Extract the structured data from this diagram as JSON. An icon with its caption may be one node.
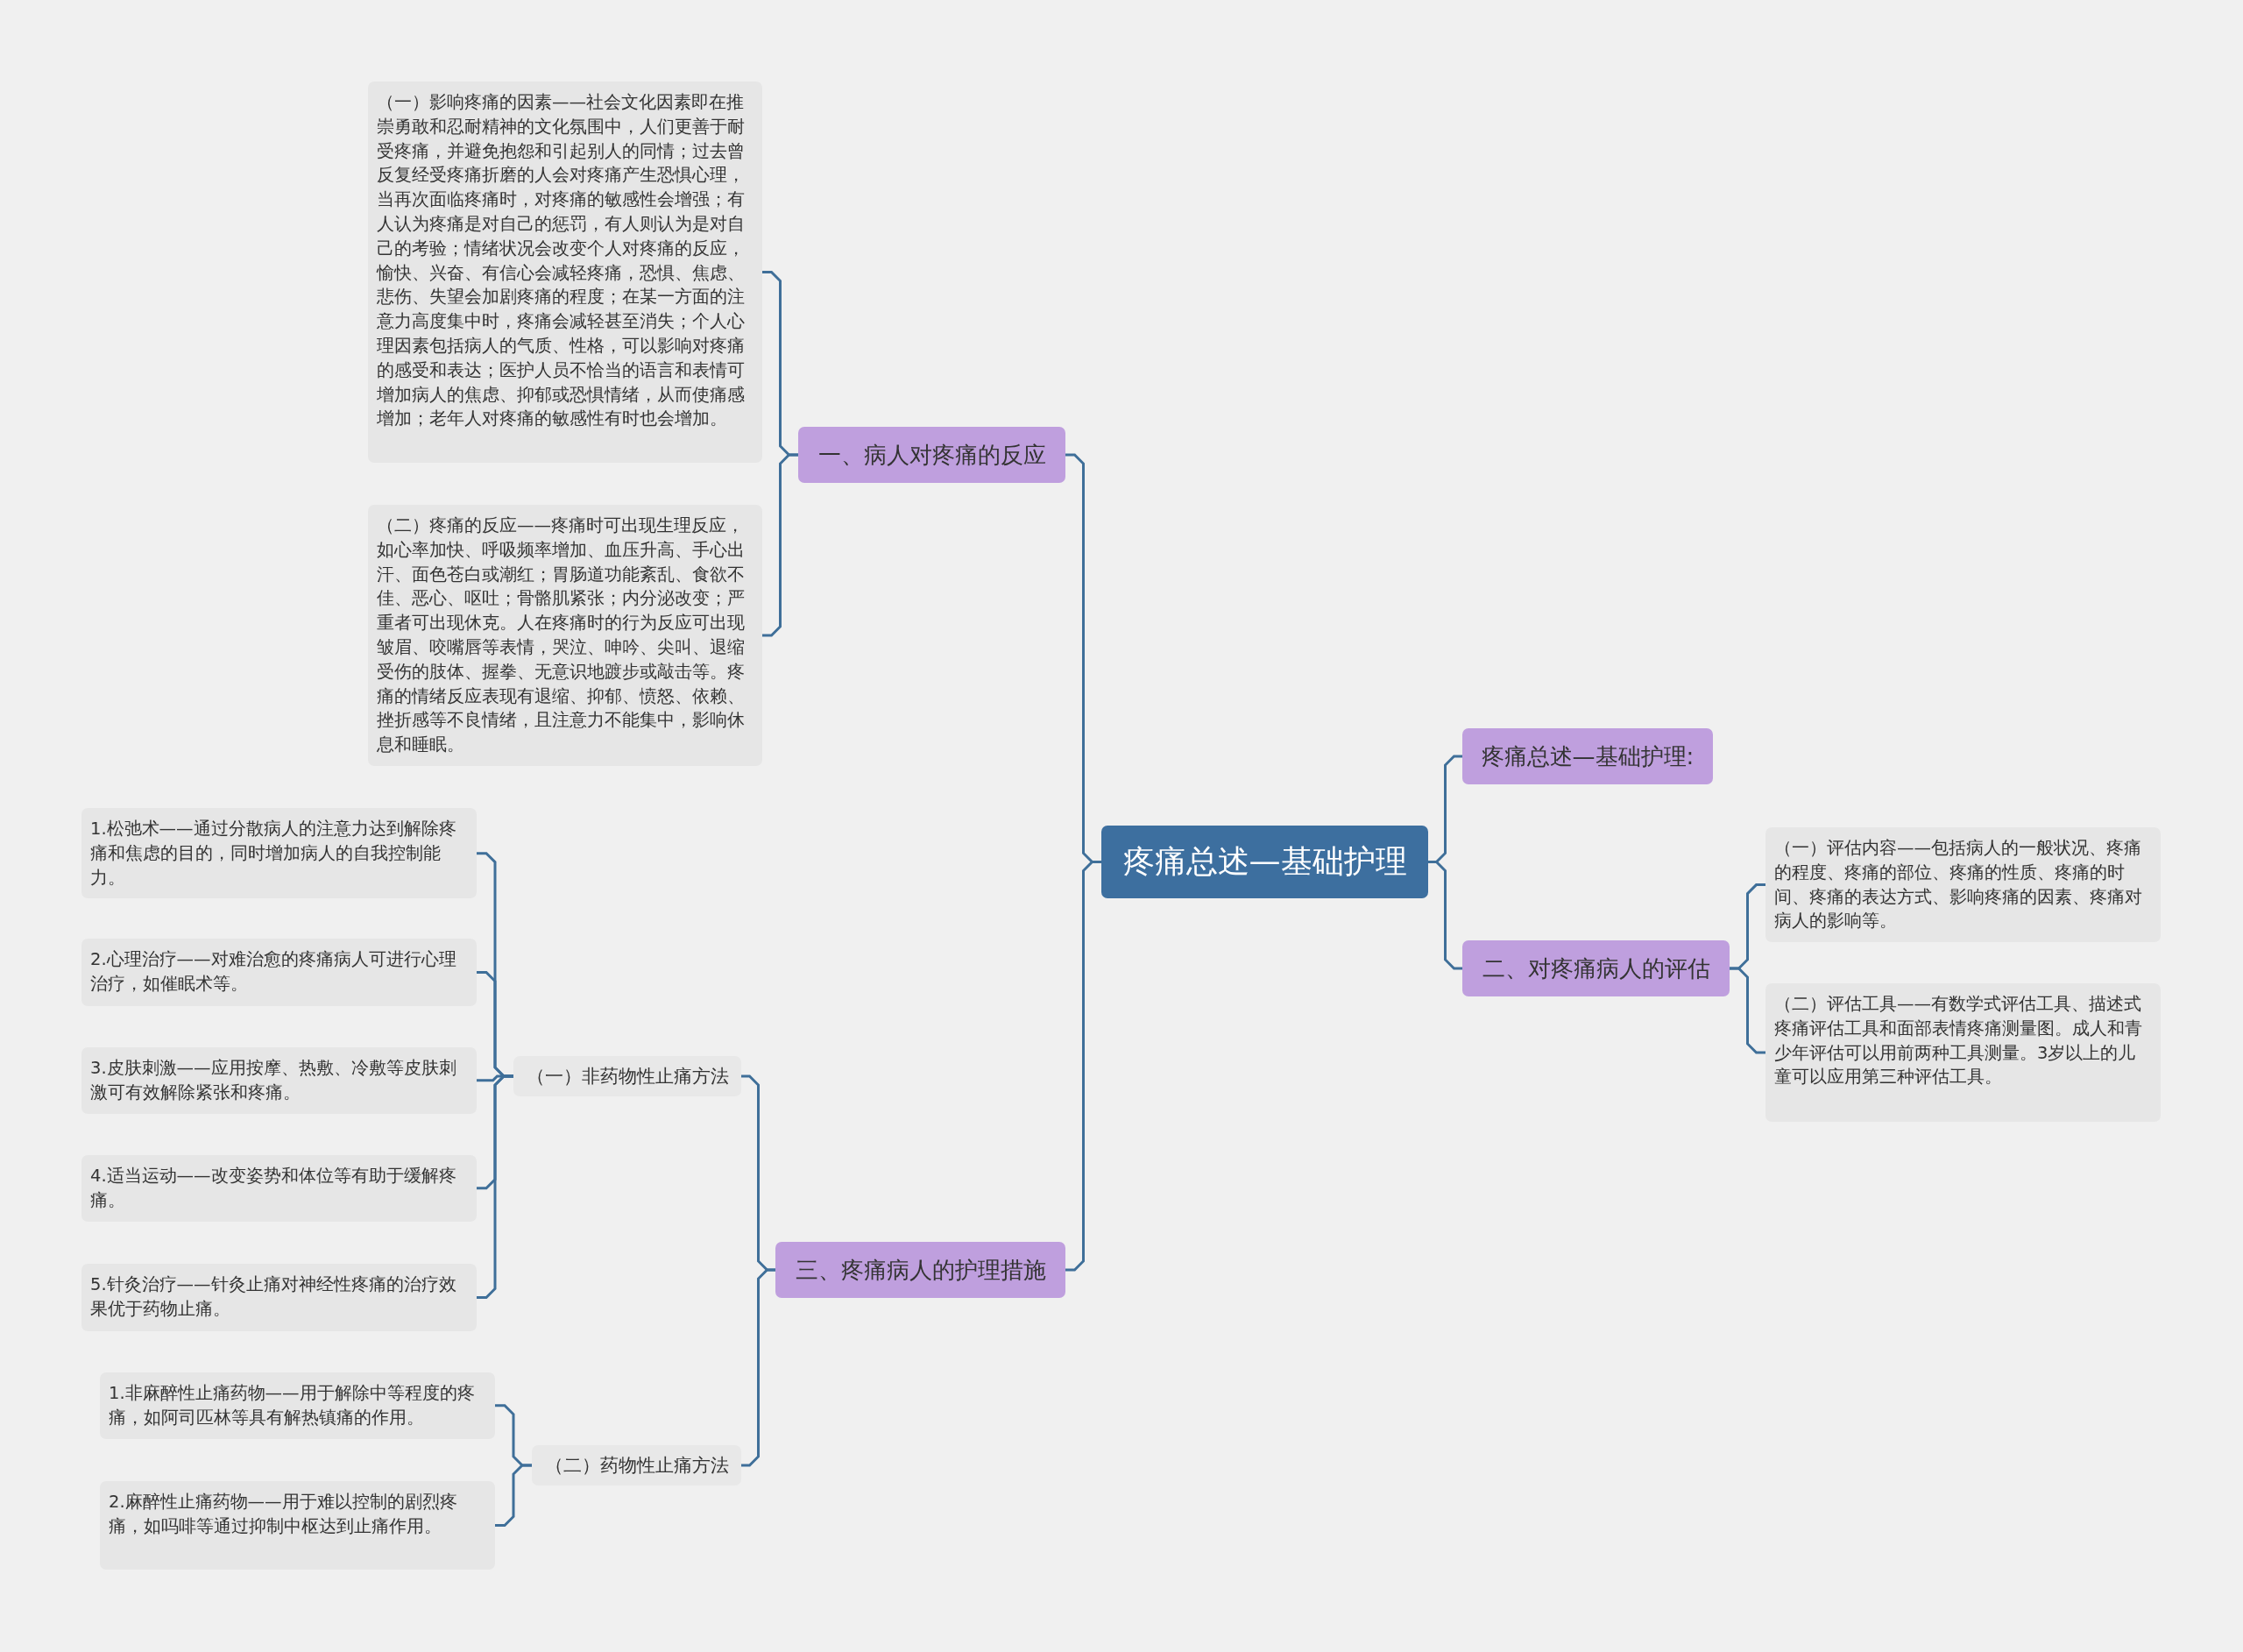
{
  "diagram": {
    "nodes": [
      {
        "text": [
          "疼痛总述—基础护理"
        ]
      },
      {
        "text": [
          "一、病人对疼痛的反应"
        ]
      },
      {
        "text": [
          "（一）影响疼痛的因素——社会文化因素即在推崇勇敢和忍耐精神的文化氛围中，人们更善于耐受疼痛，并避免抱怨和引起别人的同情；过去曾反复经受疼痛折磨的人会对疼痛产生恐惧心理，当再次面临疼痛时，对疼痛的敏感性会增强；有人认为疼痛是对自己的惩罚，有人则认为是对自己的考验；情绪状况会改变个人对疼痛的反应，愉快、兴奋、有信心会减轻疼痛，恐惧、焦虑、悲伤、失望会加剧疼痛的程度；在某一方面的注意力高度集中时，疼痛会减轻甚至消失；个人心理因素包括病人的气质、性格，可以影响对疼痛的感受和表达；医护人员不恰当的语言和表情可增加病人的焦虑、抑郁或恐惧情绪，从而使痛感增加；老年人对疼痛的敏感性有时也会增加。"
        ]
      },
      {
        "text": [
          "（二）疼痛的反应——疼痛时可出现生理反应，如心率加快、呼吸频率增加、血压升高、手心出汗、面色苍白或潮红；胃肠道功能紊乱、食欲不佳、恶心、呕吐；骨骼肌紧张；内分泌改变；严重者可出现休克。人在疼痛时的行为反应可出现皱眉、咬嘴唇等表情，哭泣、呻吟、尖叫、退缩受伤的肢体、握拳、无意识地踱步或敲击等。疼痛的情绪反应表现有退缩、抑郁、愤怒、依赖、挫折感等不良情绪，且注意力不能集中，影响休息和睡眠。"
        ]
      },
      {
        "text": [
          "三、疼痛病人的护理措施"
        ]
      },
      {
        "text": [
          "（一）非药物性止痛方法"
        ]
      },
      {
        "text": [
          "1.松弛术——通过分散病人的注意力达到解除疼痛和焦虑的目的，同时增加病人的自我控制能力。"
        ]
      },
      {
        "text": [
          "2.心理治疗——对难治愈的疼痛病人可进行心理治疗，如催眠术等。"
        ]
      },
      {
        "text": [
          "3.皮肤刺激——应用按摩、热敷、冷敷等皮肤刺激可有效解除紧张和疼痛。"
        ]
      },
      {
        "text": [
          "4.适当运动——改变姿势和体位等有助于缓解疼痛。"
        ]
      },
      {
        "text": [
          "5.针灸治疗——针灸止痛对神经性疼痛的治疗效果优于药物止痛。"
        ]
      },
      {
        "text": [
          "（二）药物性止痛方法"
        ]
      },
      {
        "text": [
          "1.非麻醉性止痛药物——用于解除中等程度的疼痛，如阿司匹林等具有解热镇痛的作用。"
        ]
      },
      {
        "text": [
          "2.麻醉性止痛药物——用于难以控制的剧烈疼痛，如吗啡等通过抑制中枢达到止痛作用。"
        ]
      },
      {
        "text": [
          "疼痛总述—基础护理:"
        ]
      },
      {
        "text": [
          "二、对疼痛病人的评估"
        ]
      },
      {
        "text": [
          "（一）评估内容——包括病人的一般状况、疼痛的程度、疼痛的部位、疼痛的性质、疼痛的时间、疼痛的表达方式、影响疼痛的因素、疼痛对病人的影响等。"
        ]
      },
      {
        "text": [
          "（二）评估工具——有数学式评估工具、描述式疼痛评估工具和面部表情疼痛测量图。成人和青少年评估可以用前两种工具测量。3岁以上的儿童可以应用第三种评估工具。"
        ]
      }
    ],
    "edges": [
      {
        "from": 0,
        "to": 1,
        "arrow": "none"
      },
      {
        "from": 1,
        "to": 2,
        "arrow": "none"
      },
      {
        "from": 1,
        "to": 3,
        "arrow": "none"
      },
      {
        "from": 0,
        "to": 4,
        "arrow": "none"
      },
      {
        "from": 4,
        "to": 5,
        "arrow": "none"
      },
      {
        "from": 5,
        "to": 6,
        "arrow": "none"
      },
      {
        "from": 5,
        "to": 7,
        "arrow": "none"
      },
      {
        "from": 5,
        "to": 8,
        "arrow": "none"
      },
      {
        "from": 5,
        "to": 9,
        "arrow": "none"
      },
      {
        "from": 5,
        "to": 10,
        "arrow": "none"
      },
      {
        "from": 4,
        "to": 11,
        "arrow": "none"
      },
      {
        "from": 11,
        "to": 12,
        "arrow": "none"
      },
      {
        "from": 11,
        "to": 13,
        "arrow": "none"
      },
      {
        "from": 0,
        "to": 14,
        "arrow": "none"
      },
      {
        "from": 0,
        "to": 15,
        "arrow": "none"
      },
      {
        "from": 15,
        "to": 16,
        "arrow": "none"
      },
      {
        "from": 15,
        "to": 17,
        "arrow": "none"
      }
    ]
  }
}
